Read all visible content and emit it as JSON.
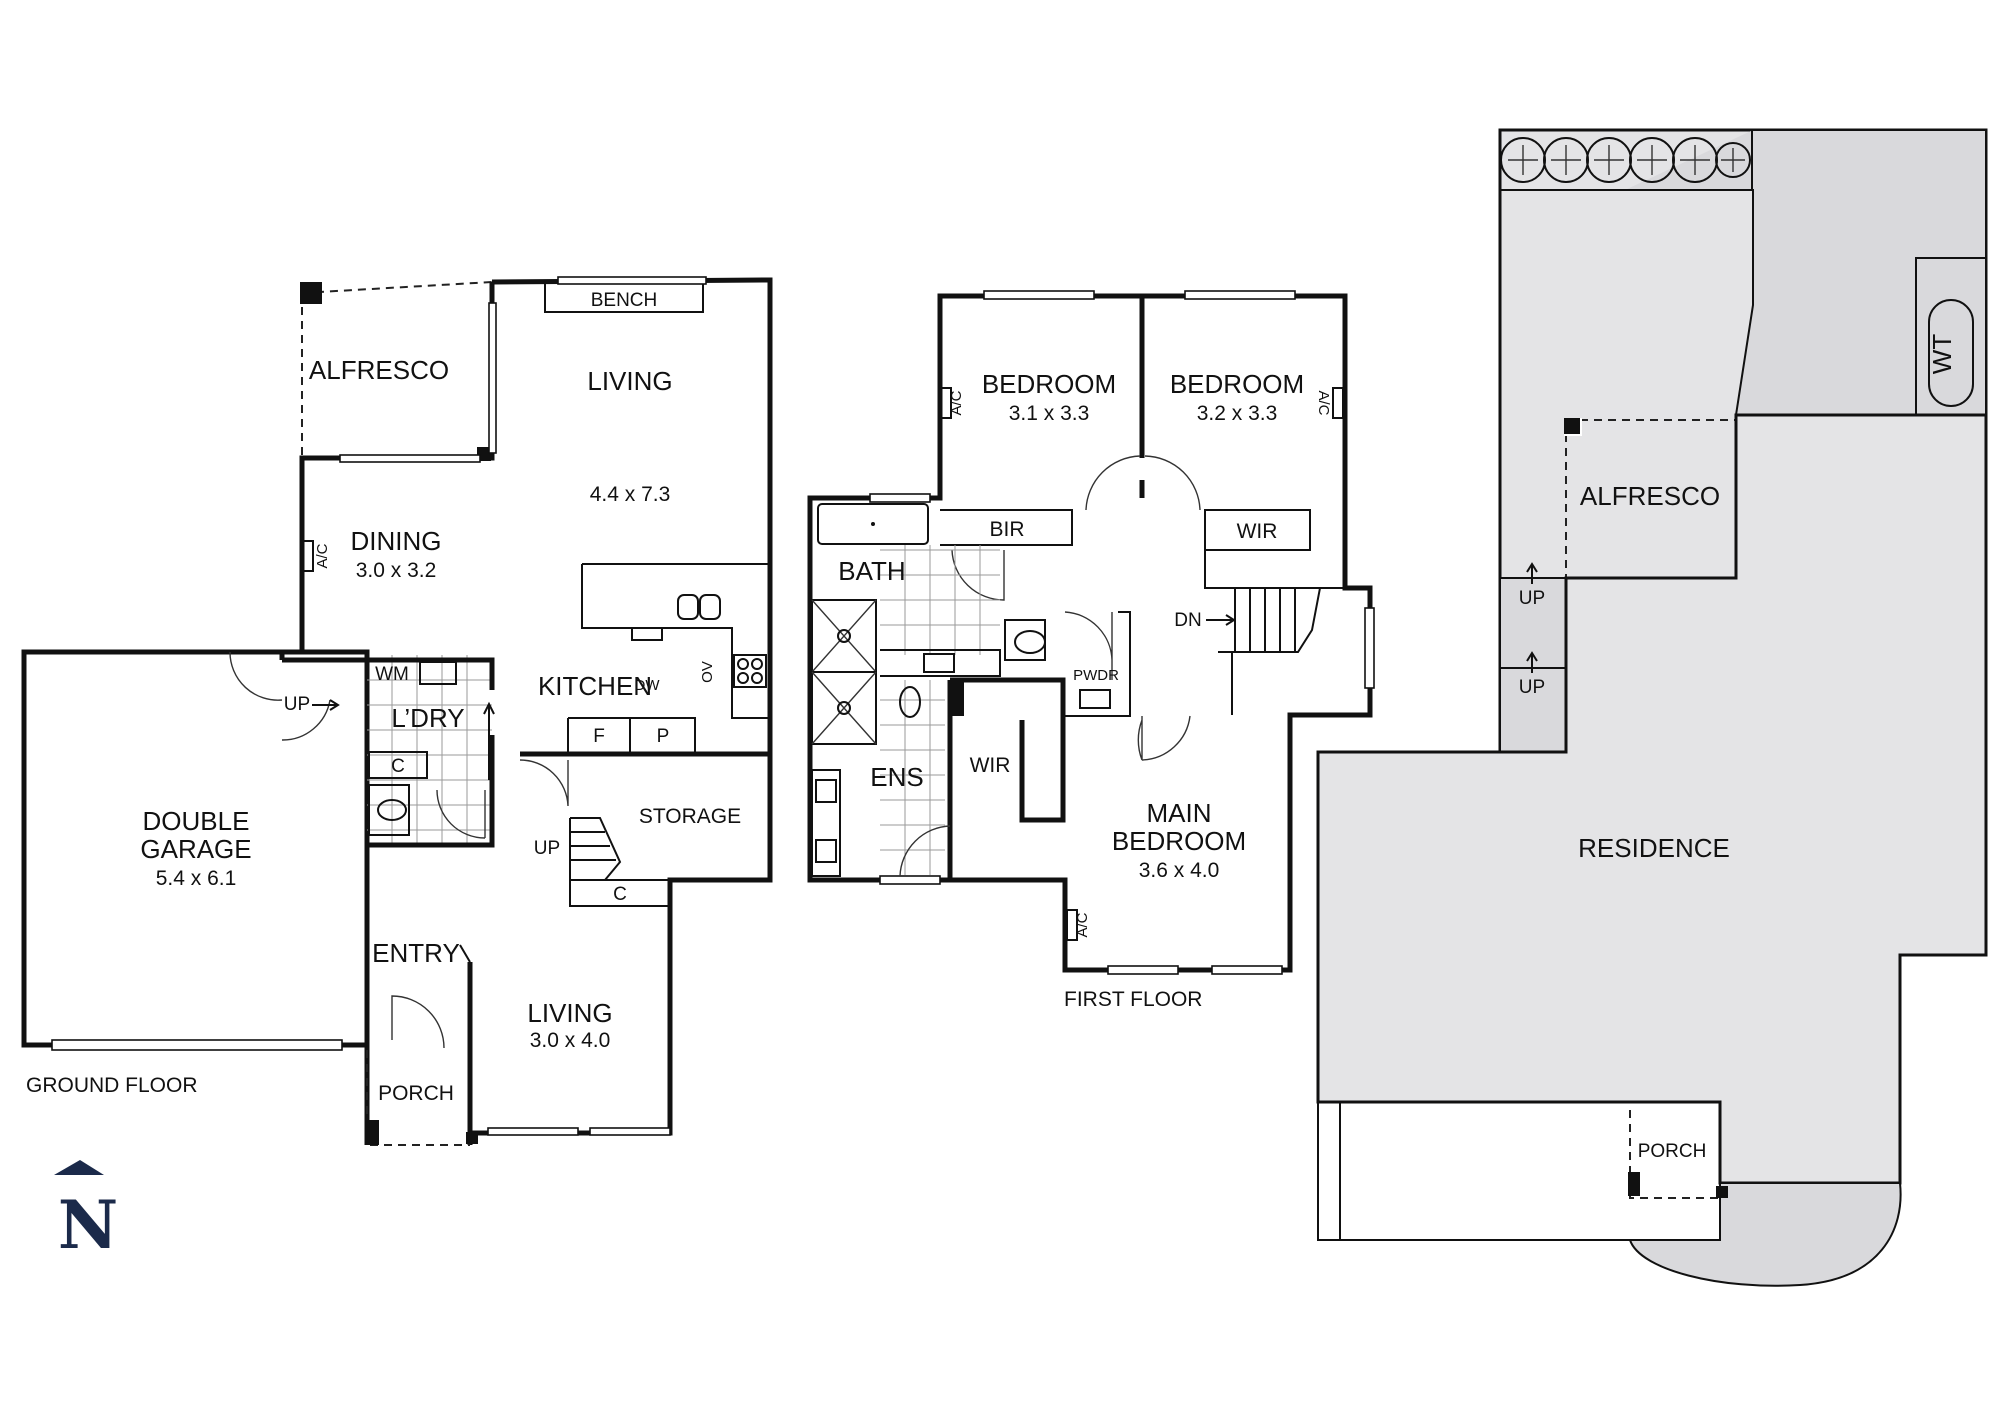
{
  "ground_floor": {
    "title": "GROUND FLOOR",
    "rooms": {
      "alfresco": "ALFRESCO",
      "living_main": {
        "name": "LIVING",
        "size": "4.4 x 7.3"
      },
      "bench": "BENCH",
      "dining": {
        "name": "DINING",
        "size": "3.0 x 3.2"
      },
      "kitchen": "KITCHEN",
      "laundry": "L’DRY",
      "wm": "WM",
      "dw": "DW",
      "ov": "OV",
      "fridge": "F",
      "pantry": "P",
      "storage": "STORAGE",
      "cupboard": "C",
      "garage": {
        "name_line1": "DOUBLE",
        "name_line2": "GARAGE",
        "size": "5.4 x 6.1"
      },
      "entry": "ENTRY",
      "porch": "PORCH",
      "living_front": {
        "name": "LIVING",
        "size": "3.0 x 4.0"
      }
    },
    "ac": "A/C",
    "up": "UP"
  },
  "first_floor": {
    "title": "FIRST FLOOR",
    "rooms": {
      "bedroom_1": {
        "name": "BEDROOM",
        "size": "3.1 x 3.3"
      },
      "bedroom_2": {
        "name": "BEDROOM",
        "size": "3.2 x 3.3"
      },
      "bir": "BIR",
      "wir_hall": "WIR",
      "bath": "BATH",
      "dn": "DN",
      "pwdr": "PWDR",
      "ens": "ENS",
      "wir_main": "WIR",
      "main_bedroom": {
        "name_line1": "MAIN",
        "name_line2": "BEDROOM",
        "size": "3.6 x 4.0"
      }
    },
    "ac": "A/C"
  },
  "site_plan": {
    "alfresco": "ALFRESCO",
    "residence": "RESIDENCE",
    "porch": "PORCH",
    "wt": "WT",
    "up": "UP"
  },
  "north": {
    "letter": "N"
  }
}
